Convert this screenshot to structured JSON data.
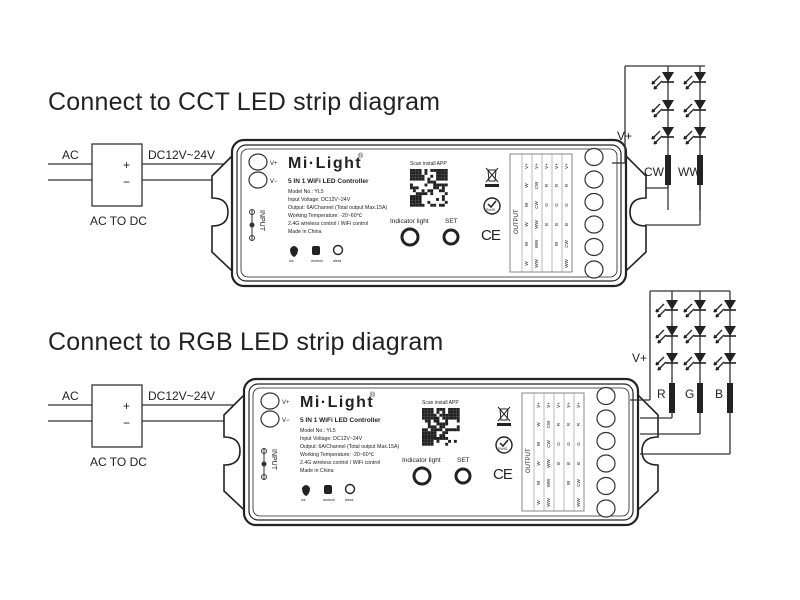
{
  "diagrams": [
    {
      "title": "Connect to CCT LED strip diagram",
      "power": {
        "ac_label": "AC",
        "dc_label": "DC12V~24V",
        "box_label": "AC TO DC",
        "plus": "+",
        "minus": "−"
      },
      "strip_labels": [
        "CW",
        "WW"
      ],
      "vplus_label": "V+"
    },
    {
      "title": "Connect to RGB LED strip diagram",
      "power": {
        "ac_label": "AC",
        "dc_label": "DC12V~24V",
        "box_label": "AC TO DC",
        "plus": "+",
        "minus": "−"
      },
      "strip_labels": [
        "R",
        "G",
        "B"
      ],
      "vplus_label": "V+"
    }
  ],
  "controller": {
    "brand": "Mi·Light",
    "registered": "®",
    "product": "5 IN 1 WiFi LED Controller",
    "specs": [
      "Model No.: YL5",
      "Input Voltage: DC12V~24V",
      "Output: 6A/Channel (Total output Max.15A)",
      "Working Temperature: -20~60℃",
      "2.4G wireless control / WiFi control",
      "Made in China"
    ],
    "input_terminals": [
      "V+",
      "V−"
    ],
    "input_label": "INPUT",
    "app_icons": [
      "ios",
      "android",
      "alexa"
    ],
    "qr_caption": "Scan install APP",
    "indicator_label": "Indicator light",
    "set_label": "SET",
    "ce_mark": "CE",
    "rohs_mark": "RoHS",
    "output_label": "OUTPUT",
    "output_columns": [
      [
        "V+",
        "W",
        "W",
        "W",
        "W",
        "W"
      ],
      [
        "V+",
        "CW",
        "CW",
        "WW",
        "WW",
        "WW"
      ],
      [
        "V+",
        "R",
        "G",
        "B",
        "",
        ""
      ],
      [
        "V+",
        "R",
        "G",
        "B",
        "W",
        ""
      ],
      [
        "V+",
        "R",
        "G",
        "B",
        "CW",
        "WW"
      ]
    ]
  }
}
